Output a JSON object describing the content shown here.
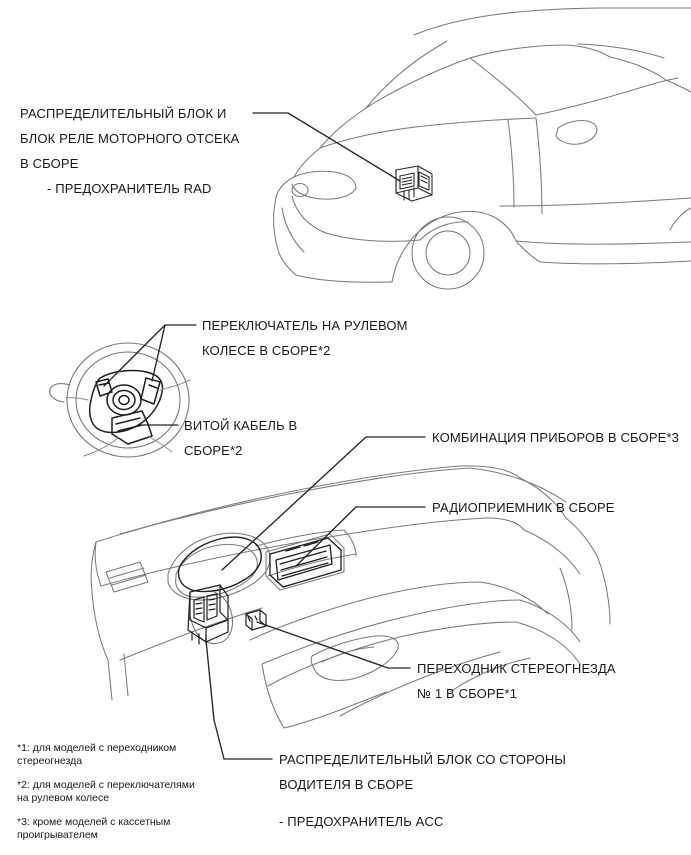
{
  "document": {
    "kind": "automotive-service-diagram",
    "language": "ru"
  },
  "labels": {
    "engine_room_block": {
      "line1": "РАСПРЕДЕЛИТЕЛЬНЫЙ БЛОК И",
      "line2": "БЛОК РЕЛЕ МОТОРНОГО ОТСЕКА",
      "line3": "В СБОРЕ",
      "sub1": "- ПРЕДОХРАНИТЕЛЬ RAD"
    },
    "steering_switch": {
      "line1": "ПЕРЕКЛЮЧАТЕЛЬ НА РУЛЕВОМ",
      "line2": "КОЛЕСЕ В СБОРЕ*2"
    },
    "spiral_cable": {
      "line1": "ВИТОЙ КАБЕЛЬ В",
      "line2": "СБОРЕ*2"
    },
    "combination_meter": {
      "line1": "КОМБИНАЦИЯ ПРИБОРОВ В СБОРЕ*3"
    },
    "radio_receiver": {
      "line1": "РАДИОПРИЕМНИК В СБОРЕ"
    },
    "stereo_jack_adapter": {
      "line1": "ПЕРЕХОДНИК СТЕРЕОГНЕЗДА",
      "line2": "№ 1 В СБОРЕ*1"
    },
    "driver_side_block": {
      "line1": "РАСПРЕДЕЛИТЕЛЬНЫЙ БЛОК СО СТОРОНЫ",
      "line2": "ВОДИТЕЛЯ В СБОРЕ",
      "sub1": "- ПРЕДОХРАНИТЕЛЬ ACC"
    }
  },
  "footnotes": [
    {
      "line1": "*1: для моделей с переходником",
      "line2": "стереогнезда"
    },
    {
      "line1": "*2: для моделей с переключателями",
      "line2": "на рулевом колесе"
    },
    {
      "line1": "*3: кроме моделей с кассетным",
      "line2": "проигрывателем"
    }
  ],
  "figures": {
    "vehicle": "vehicle-front-three-quarter-line-drawing",
    "steering_wheel": "steering-wheel-with-spiral-cable-line-drawing",
    "dashboard": "instrument-panel-interior-line-drawing",
    "relay_box": "engine-room-relay-block-detail",
    "junction_block": "driver-side-junction-block-detail",
    "jack_connector": "stereo-jack-adapter-connector-detail"
  },
  "colors": {
    "ink": "#1a1a1a",
    "outline": "#7a7a7a",
    "outline_light": "#9a9a9a",
    "leader": "#262626",
    "detail": "#3a3a3a",
    "background": "#ffffff"
  }
}
